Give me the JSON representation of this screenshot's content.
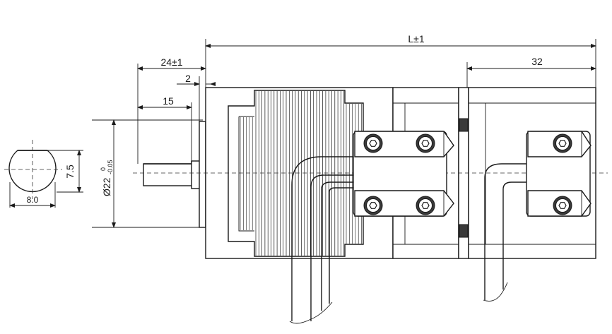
{
  "dimensions": {
    "overall_length": "L±1",
    "shaft_length": "24±1",
    "collar": "2",
    "flat_length": "15",
    "encoder_length": "32",
    "flat_height": "7.5",
    "shaft_dia": "8.0",
    "pilot_dia_main": "Ø22",
    "pilot_tol_upper": "0",
    "pilot_tol_lower": "-0.05"
  }
}
